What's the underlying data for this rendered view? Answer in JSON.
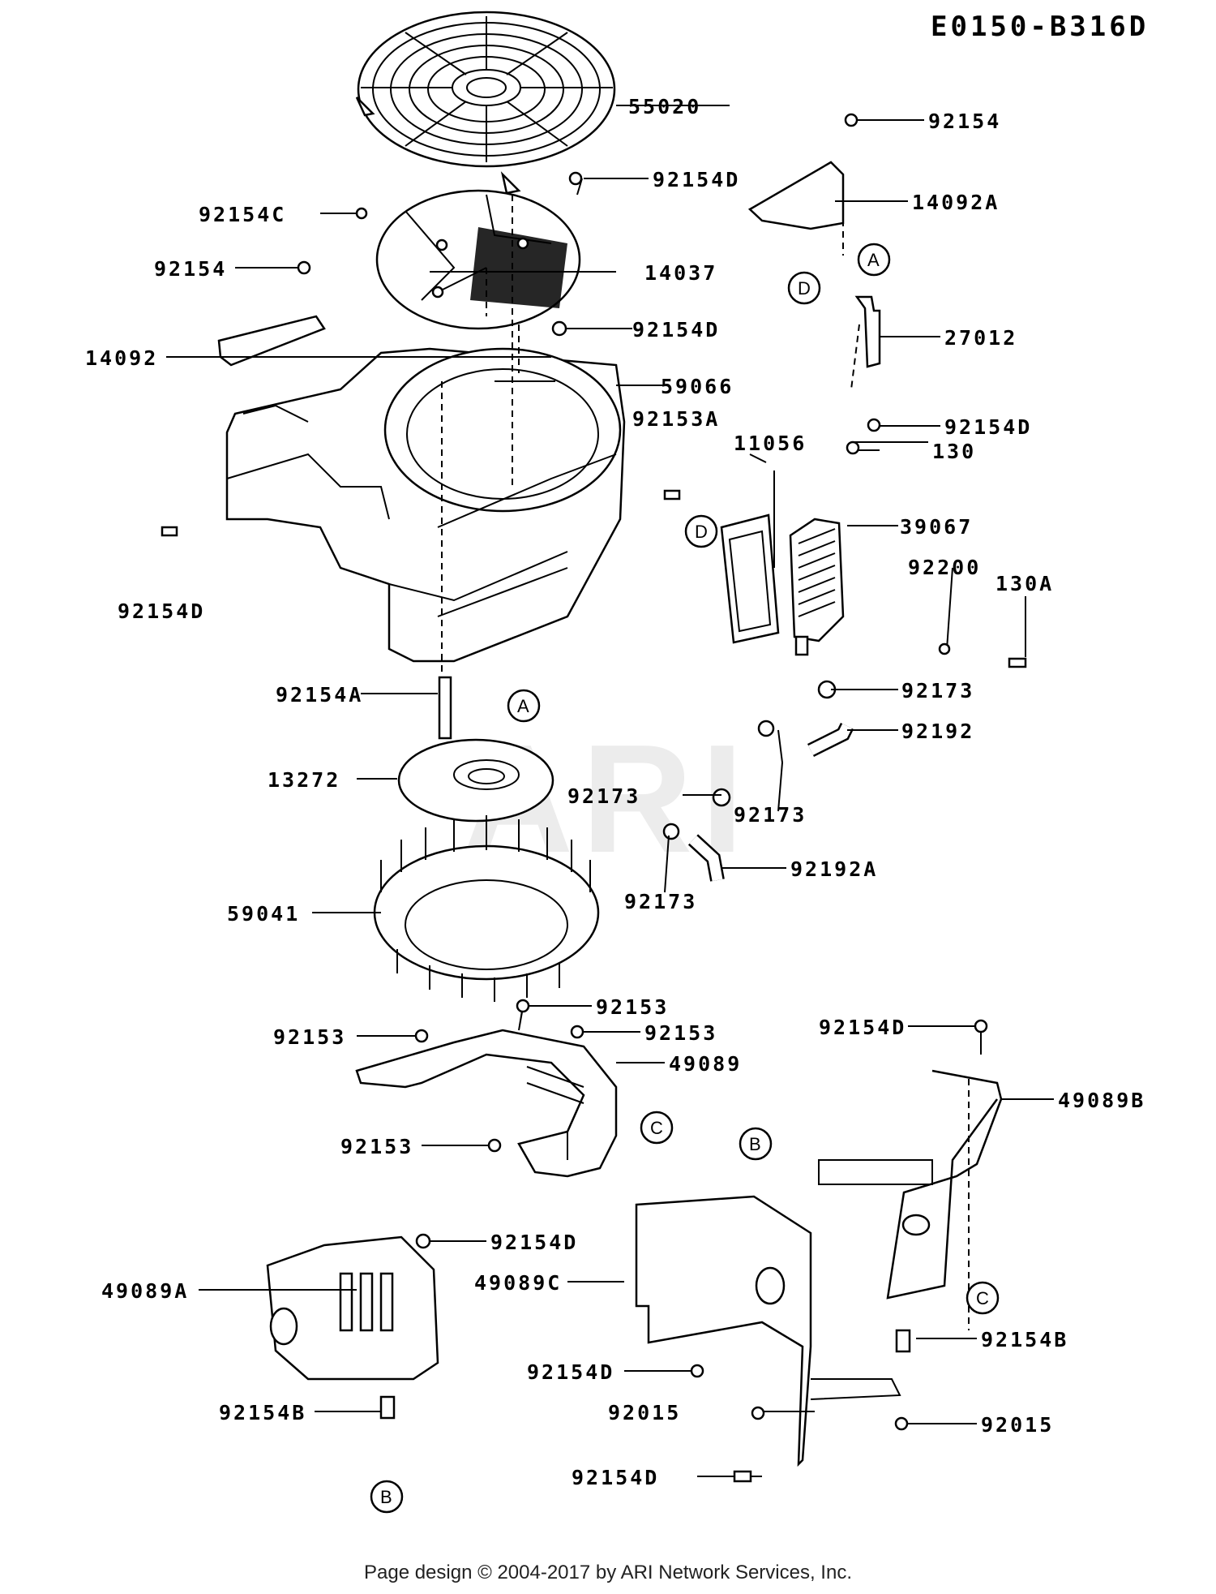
{
  "diagram_code": "E0150-B316D",
  "watermark": "ARI",
  "footer": "Page design © 2004-2017 by ARI Network Services, Inc.",
  "part_labels": [
    "55020",
    "92154",
    "92154D",
    "14092A",
    "92154C",
    "14037",
    "92154",
    "27012",
    "14092",
    "92154D",
    "59066",
    "92154D",
    "130",
    "92153A",
    "11056",
    "39067",
    "92154D",
    "92200",
    "130A",
    "92154A",
    "92173",
    "92192",
    "13272",
    "92173",
    "92173",
    "92192A",
    "92173",
    "59041",
    "92153",
    "92153",
    "92153",
    "49089",
    "92154D",
    "49089B",
    "92153",
    "92154D",
    "49089C",
    "49089A",
    "92154B",
    "92154D",
    "92015",
    "92015",
    "92154B",
    "92154D"
  ],
  "refs": [
    "D",
    "A",
    "D",
    "A",
    "C",
    "B",
    "C",
    "B"
  ]
}
